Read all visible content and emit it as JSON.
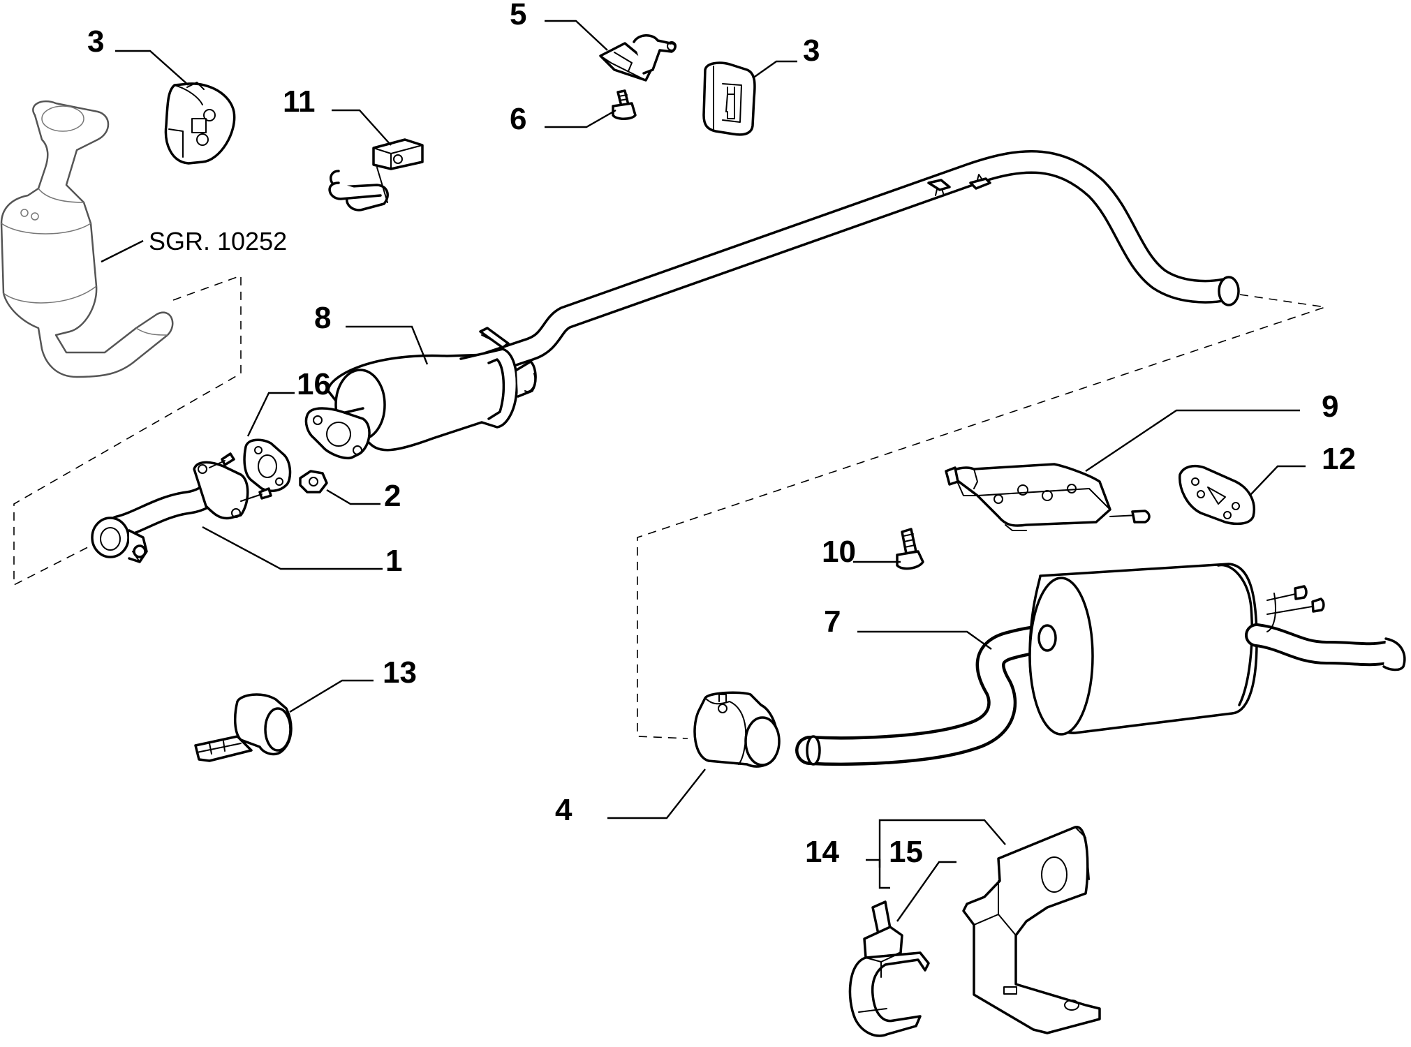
{
  "diagram": {
    "reference_note": "SGR. 10252",
    "parts": [
      {
        "id": "part-1",
        "label": "1"
      },
      {
        "id": "part-2",
        "label": "2"
      },
      {
        "id": "part-3a",
        "label": "3"
      },
      {
        "id": "part-3b",
        "label": "3"
      },
      {
        "id": "part-4",
        "label": "4"
      },
      {
        "id": "part-5",
        "label": "5"
      },
      {
        "id": "part-6",
        "label": "6"
      },
      {
        "id": "part-7",
        "label": "7"
      },
      {
        "id": "part-8",
        "label": "8"
      },
      {
        "id": "part-9",
        "label": "9"
      },
      {
        "id": "part-10",
        "label": "10"
      },
      {
        "id": "part-11",
        "label": "11"
      },
      {
        "id": "part-12",
        "label": "12"
      },
      {
        "id": "part-13",
        "label": "13"
      },
      {
        "id": "part-14",
        "label": "14"
      },
      {
        "id": "part-15",
        "label": "15"
      },
      {
        "id": "part-16",
        "label": "16"
      }
    ]
  }
}
